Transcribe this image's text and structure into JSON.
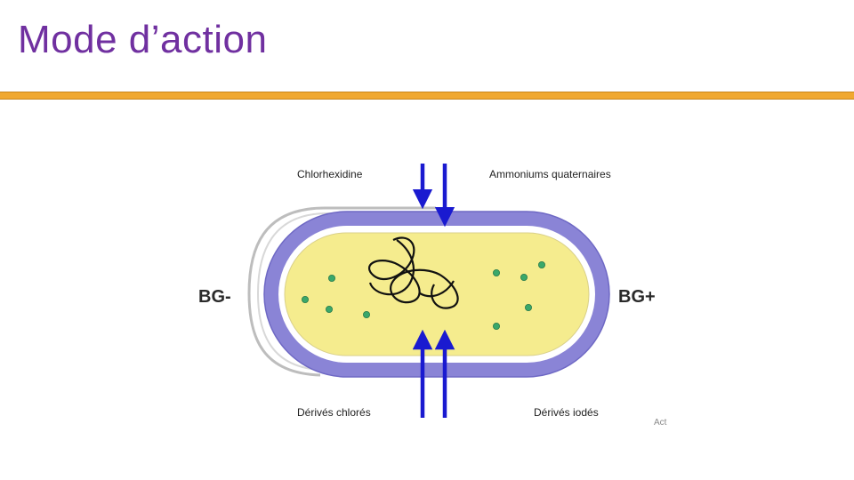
{
  "slide": {
    "title": "Mode d’action"
  },
  "diagram": {
    "top_left_label": "Chlorhexidine",
    "top_right_label": "Ammoniums quaternaires",
    "bottom_left_label": "Dérivés chlorés",
    "bottom_right_label": "Dérivés iodés",
    "left_side_label": "BG-",
    "right_side_label": "BG+",
    "corner_fragment": "Act"
  },
  "colors": {
    "title": "#7030a0",
    "rule": "#f0a830",
    "cell_wall": "#8a84d6",
    "cytoplasm": "#f5ec8e",
    "arrow": "#1a1ad0",
    "particle": "#3aa86a"
  }
}
